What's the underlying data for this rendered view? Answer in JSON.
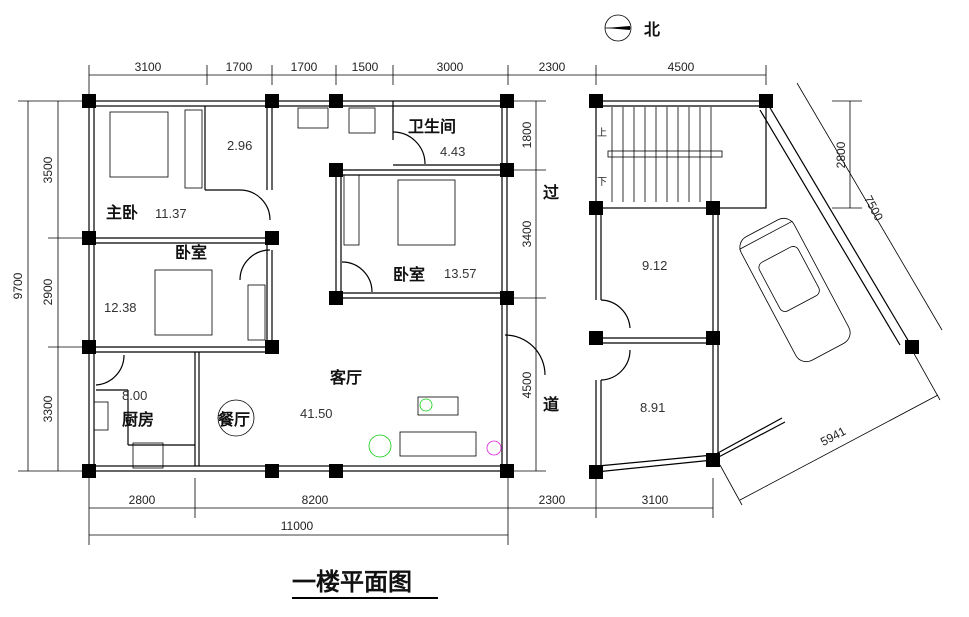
{
  "title": "一楼平面图",
  "north_label": "北",
  "dimensions": {
    "top": [
      "3100",
      "1700",
      "1700",
      "1500",
      "3000",
      "2300",
      "4500"
    ],
    "left_total": "9700",
    "left": [
      "3500",
      "2900",
      "3300"
    ],
    "right": [
      "1800",
      "3400",
      "4500"
    ],
    "bottom": [
      "2800",
      "8200",
      "2300",
      "3100"
    ],
    "bottom_total": "11000",
    "garage_side": "7500",
    "garage_depth": "2800",
    "garage_front": "5941"
  },
  "rooms": {
    "master_bedroom": {
      "label": "主卧",
      "area": "11.37"
    },
    "master_bath": {
      "area": "2.96"
    },
    "bedroom_1": {
      "label": "卧室",
      "area": "12.38"
    },
    "bedroom_2": {
      "label": "卧室",
      "area": "13.57"
    },
    "bathroom": {
      "label": "卫生间",
      "area": "4.43"
    },
    "kitchen": {
      "label": "厨房",
      "area": "8.00"
    },
    "dining": {
      "label": "餐厅"
    },
    "living": {
      "label": "客厅",
      "area": "41.50"
    },
    "corridor": {
      "label_top": "过",
      "label_bottom": "道"
    },
    "annex_1": {
      "area": "9.12"
    },
    "annex_2": {
      "area": "8.91"
    }
  },
  "stairs": {
    "up": "上",
    "down": "下"
  }
}
